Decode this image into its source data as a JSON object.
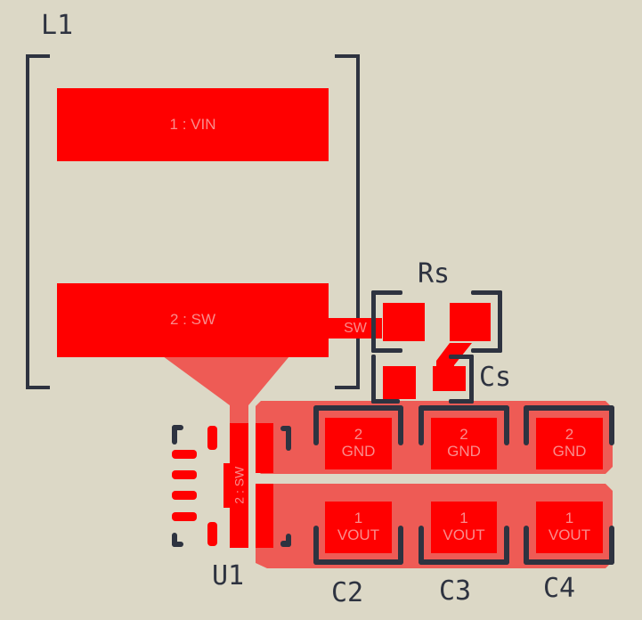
{
  "colors": {
    "background": "#dcd8c6",
    "pad": "#ff0000",
    "pad_text": "#f98c8c",
    "polygon": "#ee5b55",
    "silkscreen": "#2e3340"
  },
  "designators": {
    "L1": "L1",
    "Rs": "Rs",
    "Cs": "Cs",
    "U1": "U1",
    "C2": "C2",
    "C3": "C3",
    "C4": "C4"
  },
  "L1": {
    "pad1": "1 : VIN",
    "pad2": "2 : SW"
  },
  "trace_label": "SW",
  "U1": {
    "pad2": "2 : SW"
  },
  "capacitors": [
    {
      "ref": "C2",
      "pin2_num": "2",
      "pin2_net": "GND",
      "pin1_num": "1",
      "pin1_net": "VOUT"
    },
    {
      "ref": "C3",
      "pin2_num": "2",
      "pin2_net": "GND",
      "pin1_num": "1",
      "pin1_net": "VOUT"
    },
    {
      "ref": "C4",
      "pin2_num": "2",
      "pin2_net": "GND",
      "pin1_num": "1",
      "pin1_net": "VOUT"
    }
  ]
}
